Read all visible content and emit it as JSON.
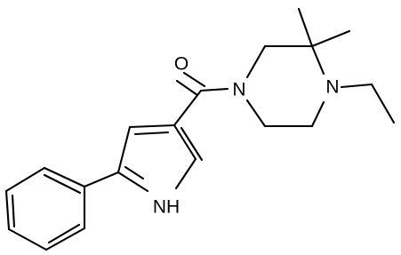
{
  "atoms": {
    "carbonyl_o": "O",
    "piperazine_n1": "N",
    "piperazine_n4": "N",
    "pyrrole_nh": "NH"
  },
  "colors": {
    "bond": "#000000",
    "background": "#ffffff"
  }
}
